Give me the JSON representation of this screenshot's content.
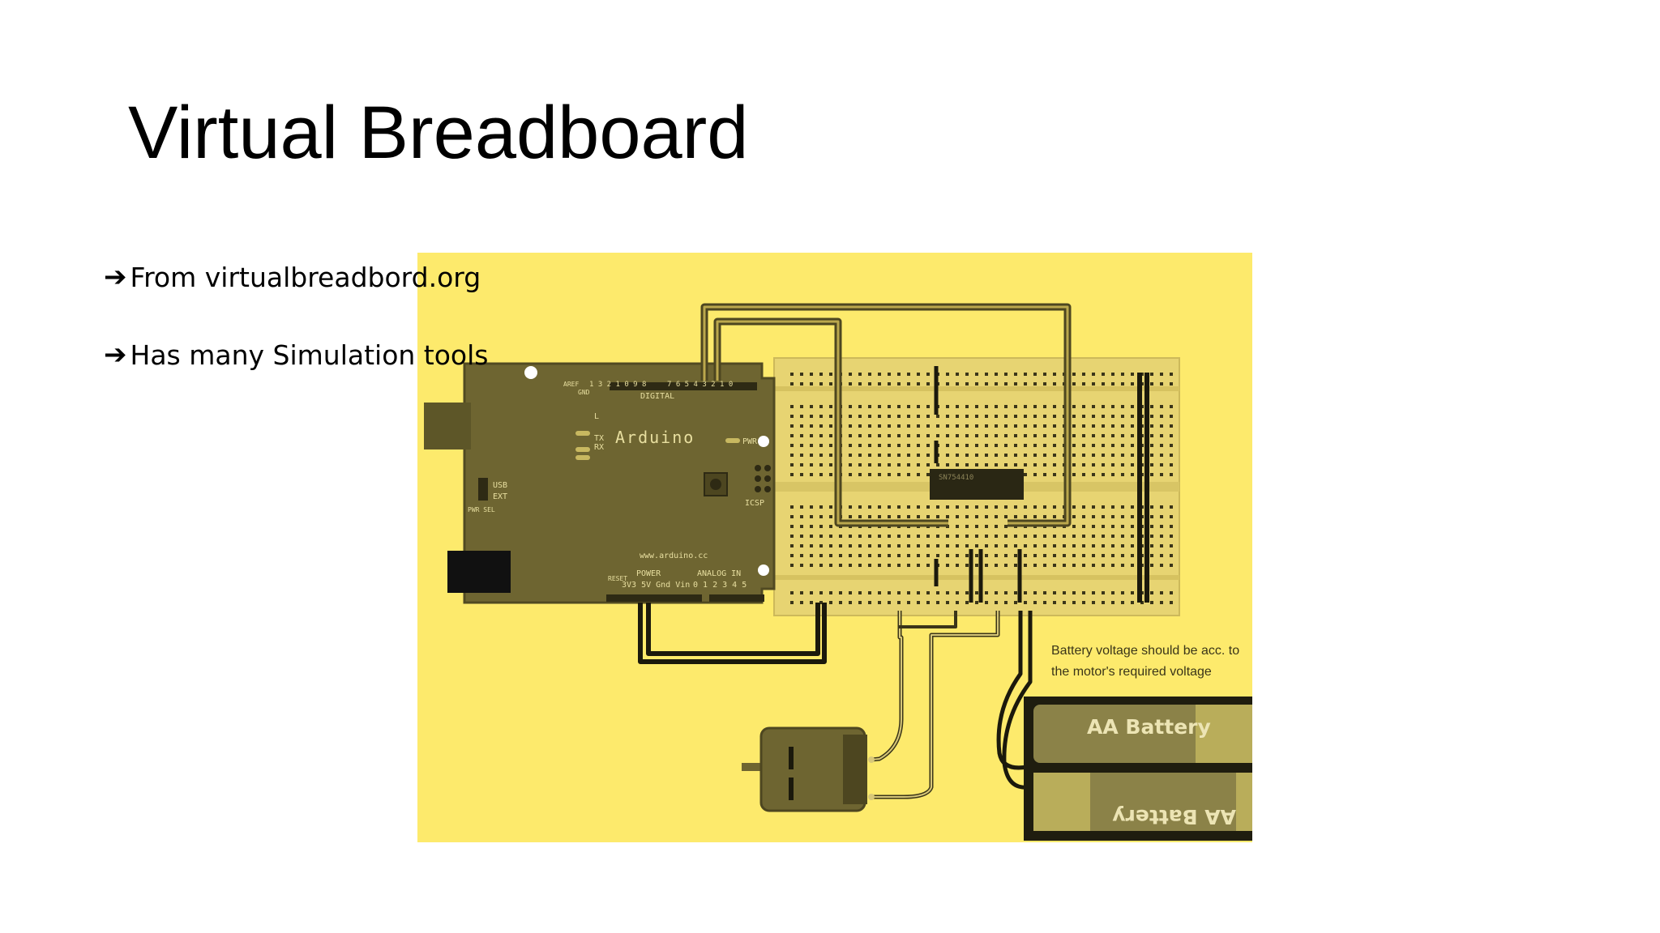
{
  "slide": {
    "title": "Virtual Breadboard",
    "bullets": [
      {
        "icon": "arrow-right-icon",
        "text": "From virtualbreadbord.org"
      },
      {
        "icon": "arrow-right-icon",
        "text": "Has many Simulation tools"
      }
    ]
  },
  "figure": {
    "background_color": "#fdea6c",
    "arduino": {
      "brand": "Arduino",
      "url": "www.arduino.cc",
      "digital_label": "DIGITAL",
      "aref_label": "AREF",
      "gnd_label": "GND",
      "led_l": "L",
      "led_tx": "TX",
      "led_rx": "RX",
      "pwr_label": "PWR",
      "icsp_label": "ICSP",
      "usb_label": "USB",
      "ext_label": "EXT",
      "pwr_sel_label": "PWR SEL",
      "reset_label": "RESET",
      "power_label": "POWER",
      "analog_label": "ANALOG IN",
      "power_pins": "3V3 5V Gnd Vin",
      "analog_pins": "0 1 2 3 4 5",
      "digital_pins_high": "1 3 2 1 0 9 8",
      "digital_pins_low": "7 6 5 4 3 2 1 0"
    },
    "chip_label": "SN754410",
    "note_line1": "Battery voltage should be acc. to",
    "note_line2": "the motor's required voltage",
    "battery_top": "AA Battery",
    "battery_bottom": "AA Battery"
  }
}
